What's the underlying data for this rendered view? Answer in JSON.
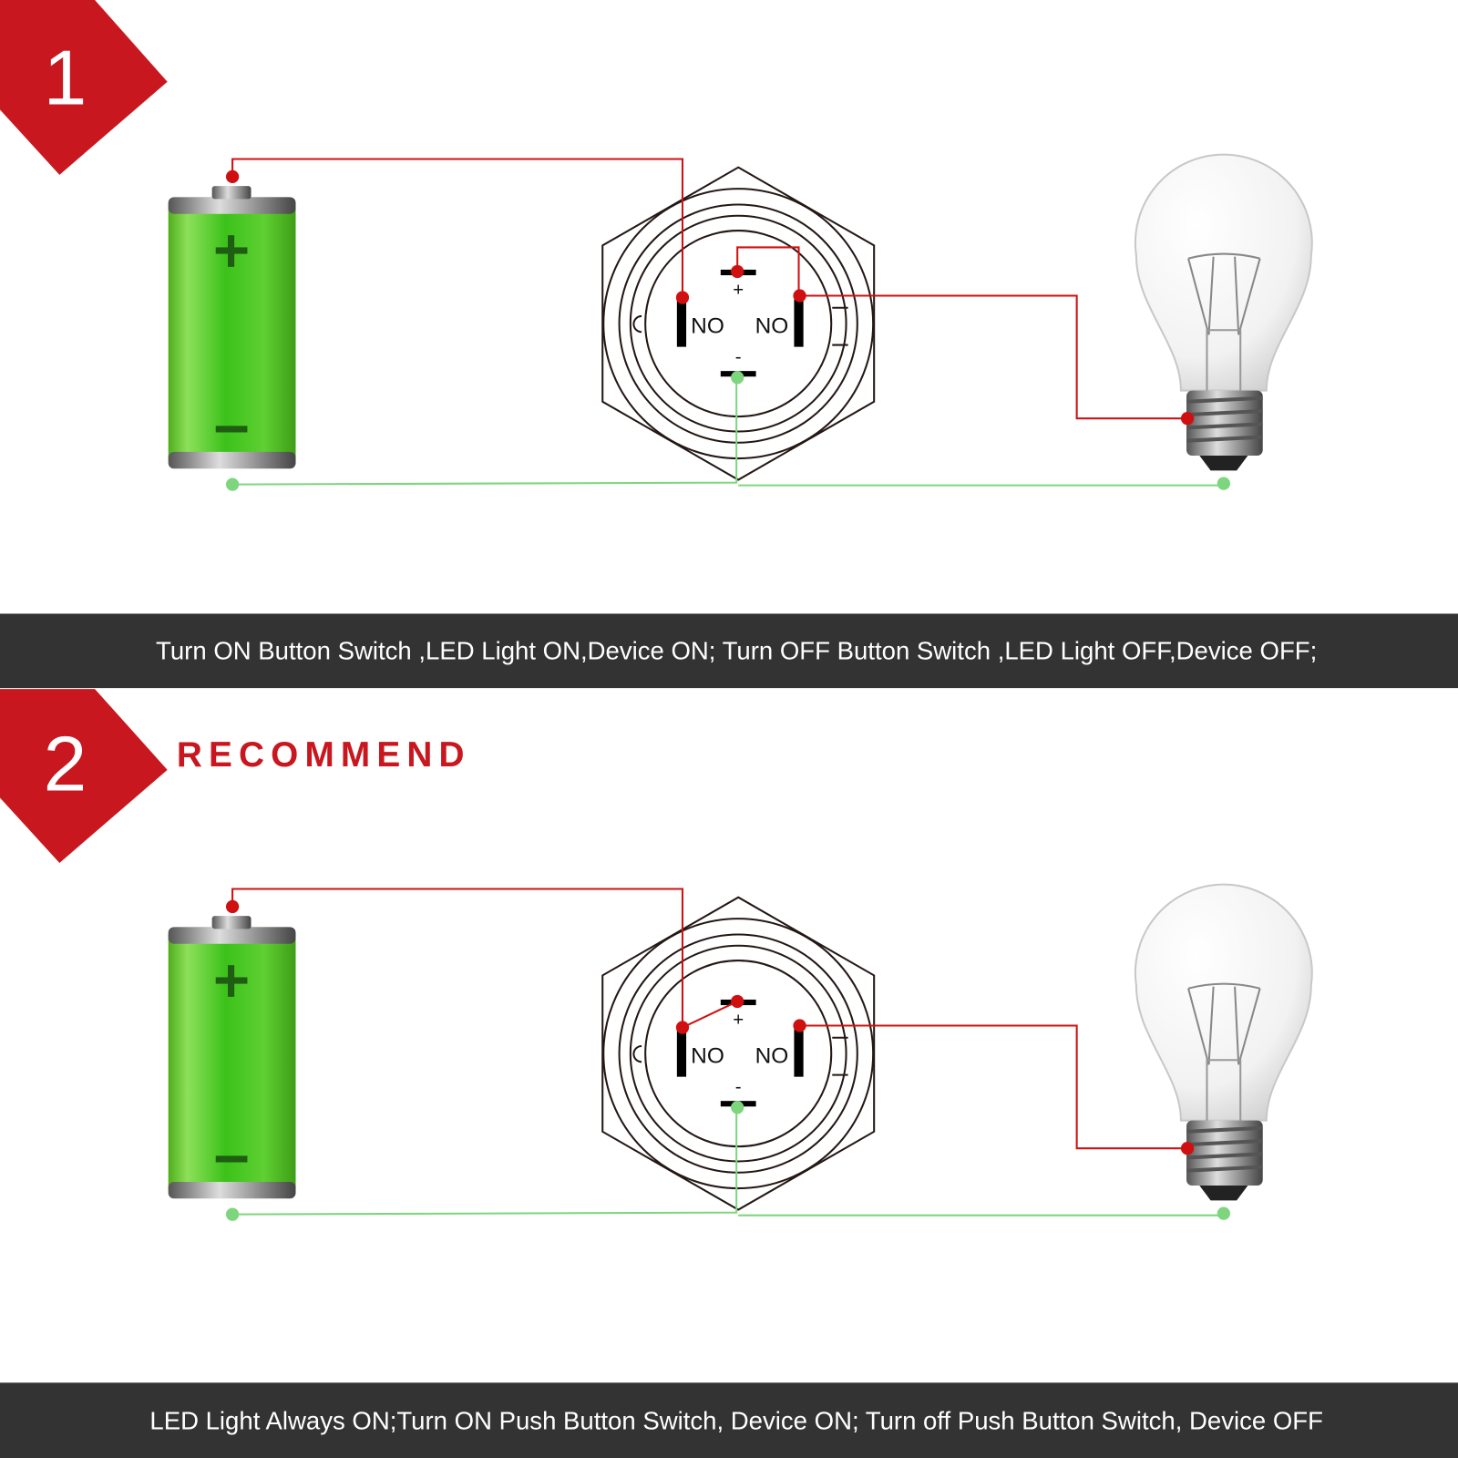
{
  "colors": {
    "accent_red": "#c8171e",
    "wire_red": "#d01010",
    "wire_green": "#7dd67d",
    "bar": "#333333"
  },
  "panels": [
    {
      "number": "1",
      "tag": "",
      "switch": {
        "plus": "+",
        "minus": "-",
        "left": "NO",
        "right": "NO"
      },
      "caption": "Turn ON Button Switch ,LED Light ON,Device ON;   Turn OFF Button Switch ,LED Light OFF,Device OFF;"
    },
    {
      "number": "2",
      "tag": "RECOMMEND",
      "switch": {
        "plus": "+",
        "minus": "-",
        "left": "NO",
        "right": "NO"
      },
      "caption": "LED Light Always ON;Turn ON Push Button Switch, Device ON;   Turn off Push Button Switch, Device OFF"
    }
  ]
}
